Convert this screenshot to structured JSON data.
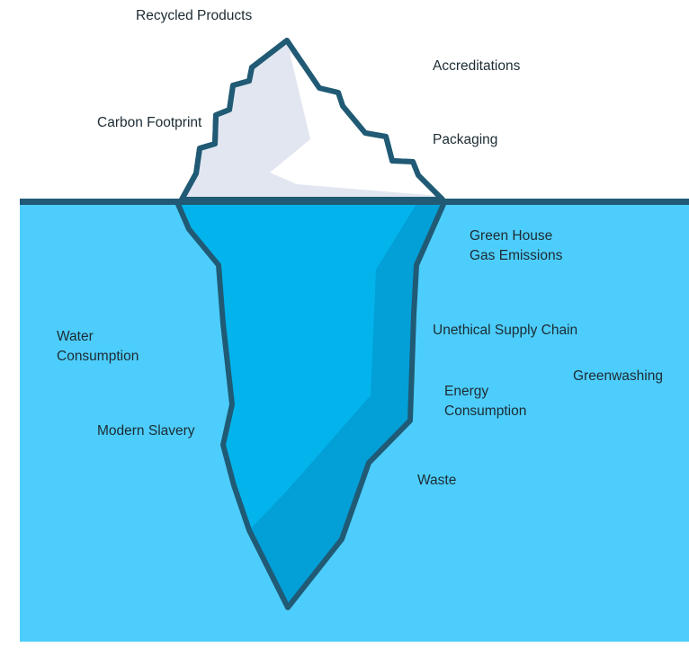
{
  "diagram": {
    "colors": {
      "water": "#4dcdfb",
      "iceberg_below_light": "#03b4ec",
      "iceberg_below_dark": "#039fd7",
      "iceberg_outline": "#205a74",
      "ice_light": "#e2e6f0",
      "ice_white": "#ffffff",
      "label_text": "#1c2b33"
    },
    "above_surface": [
      {
        "text": "Recycled Products"
      },
      {
        "text": "Accreditations"
      },
      {
        "text": "Carbon Footprint"
      },
      {
        "text": "Packaging"
      }
    ],
    "below_surface": [
      {
        "lines": [
          "Green House",
          "Gas Emissions"
        ]
      },
      {
        "text": "Unethical Supply Chain"
      },
      {
        "lines": [
          "Water",
          "Consumption"
        ]
      },
      {
        "text": "Greenwashing"
      },
      {
        "lines": [
          "Energy",
          "Consumption"
        ]
      },
      {
        "text": "Modern Slavery"
      },
      {
        "text": "Waste"
      }
    ]
  }
}
